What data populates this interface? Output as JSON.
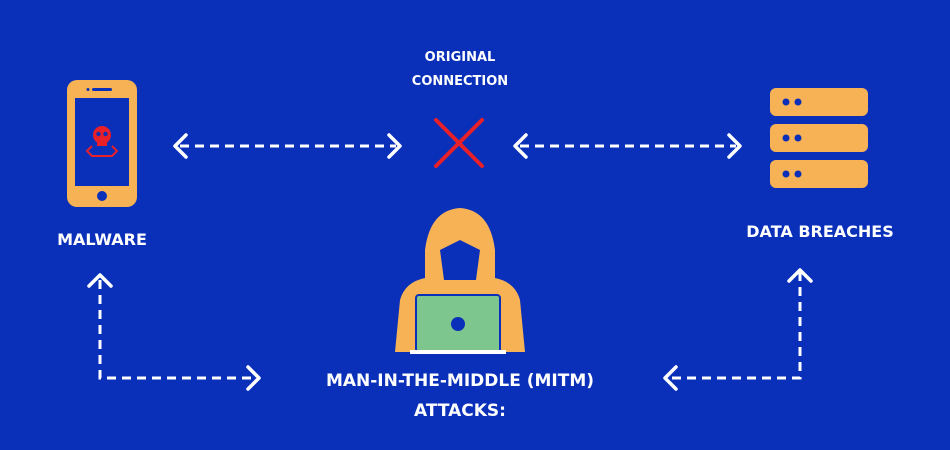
{
  "labels": {
    "original_connection_line1": "ORIGINAL",
    "original_connection_line2": "CONNECTION",
    "malware": "MALWARE",
    "data_breaches": "DATA BREACHES",
    "mitm_line1": "MAN-IN-THE-MIDDLE (MITM)",
    "mitm_line2": "ATTACKS:"
  },
  "colors": {
    "background": "#0a30b9",
    "icon": "#f7b255",
    "danger": "#e8202a",
    "laptop": "#7dc68e"
  }
}
